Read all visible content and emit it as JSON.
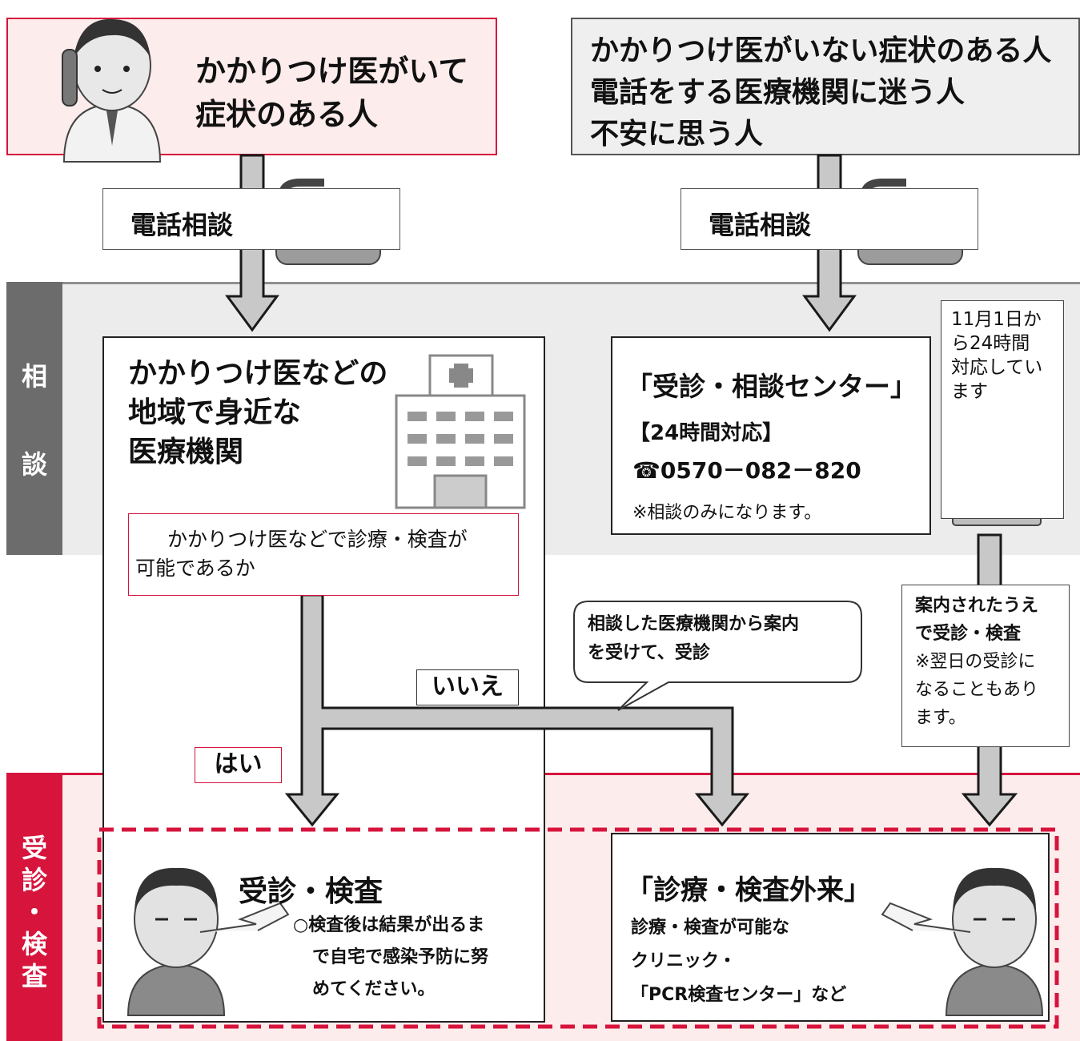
{
  "top_left_box": {
    "line1": "かかりつけ医がいて",
    "line2": "症状のある人"
  },
  "top_right_box": {
    "line1": "かかりつけ医がいない症状のある人",
    "line2": "電話をする医療機関に迷う人",
    "line3": "不安に思う人"
  },
  "phone_consult_left": "電話相談",
  "phone_consult_right": "電話相談",
  "side_consult": {
    "char1": "相",
    "char2": "談"
  },
  "side_exam": {
    "char1": "受",
    "char2": "診",
    "char3": "・",
    "char4": "検",
    "char5": "査"
  },
  "local_clinic": {
    "line1": "かかりつけ医などの",
    "line2": "地域で身近な",
    "line3": "医療機関"
  },
  "possible_question": {
    "line1": "かかりつけ医などで診療・検査が",
    "line2": "可能であるか"
  },
  "center": {
    "title": "「受診・相談センター」",
    "hours": "【24時間対応】",
    "phone": "☎0570－082－820",
    "note": "※相談のみになります。"
  },
  "hours_note": {
    "line1": "11月1日か",
    "line2": "ら24時間",
    "line3": "対応してい",
    "line4": "ます"
  },
  "speech": {
    "line1": "相談した医療機関から案内",
    "line2": "を受けて、受診"
  },
  "guided_note": {
    "line1": "案内されたうえ",
    "line2": "で受診・検査",
    "line3": "※翌日の受診に",
    "line4": "なることもあり",
    "line5": "ます。"
  },
  "label_no": "いいえ",
  "label_yes": "はい",
  "exam_left": {
    "title": "受診・検査",
    "note1": "○検査後は結果が出るま",
    "note2": "で自宅で感染予防に努",
    "note3": "めてください。"
  },
  "exam_right": {
    "title": "「診療・検査外来」",
    "line1": "診療・検査が可能な",
    "line2": "クリニック・",
    "line3": "「PCR検査センター」など"
  },
  "colors": {
    "accent_red": "#d6143c",
    "consult_gray": "#6c6c6c",
    "arrow_gray": "#c8c8c8",
    "pink_bg": "#fdecec"
  }
}
